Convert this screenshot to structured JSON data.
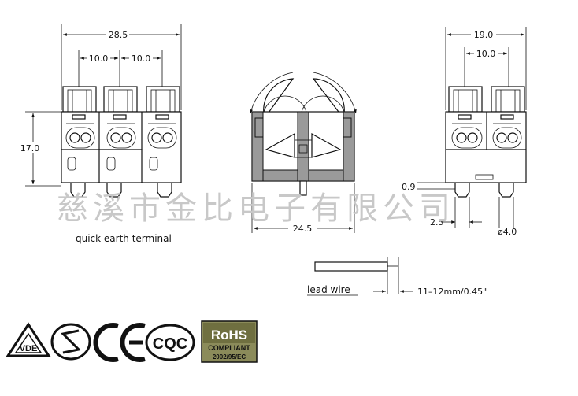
{
  "front_view": {
    "width_total": "28.5",
    "pitch_left": "10.0",
    "pitch_right": "10.0",
    "height": "17.0",
    "caption": "quick earth terminal"
  },
  "section_view": {
    "width": "24.5"
  },
  "side_view": {
    "width_total": "19.0",
    "pitch": "10.0",
    "pin_offset": "0.9",
    "pin_spacing": "2.5",
    "pin_diameter": "ø4.0"
  },
  "wire": {
    "label": "lead wire",
    "strip_length": "11–12mm/0.45\""
  },
  "watermark": "慈溪市金比电子有限公司",
  "certifications": {
    "vde": "VDE",
    "cqc": "CQC",
    "rohs_title": "RoHS",
    "rohs_sub": "COMPLIANT",
    "rohs_code": "2002/95/EC"
  }
}
